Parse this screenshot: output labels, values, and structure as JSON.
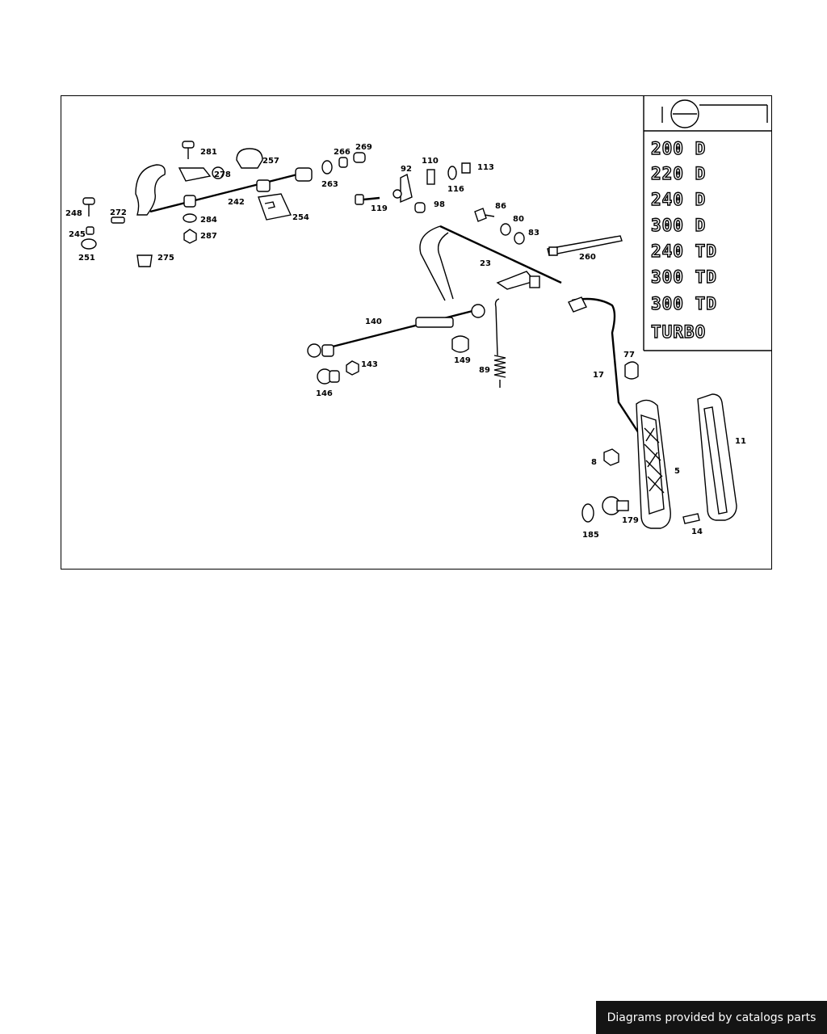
{
  "labels": [
    "281",
    "257",
    "266",
    "269",
    "110",
    "92",
    "113",
    "278",
    "263",
    "116",
    "248",
    "272",
    "242",
    "119",
    "98",
    "86",
    "254",
    "80",
    "245",
    "284",
    "83",
    "287",
    "251",
    "275",
    "260",
    "23",
    "140",
    "77",
    "149",
    "143",
    "89",
    "17",
    "146",
    "11",
    "8",
    "5",
    "179",
    "14",
    "185"
  ],
  "models": [
    "200 D",
    "220 D",
    "240 D",
    "300 D",
    "240 TD",
    "300 TD",
    "300 TD",
    "TURBO"
  ],
  "credit": "Diagrams provided by catalogs parts"
}
